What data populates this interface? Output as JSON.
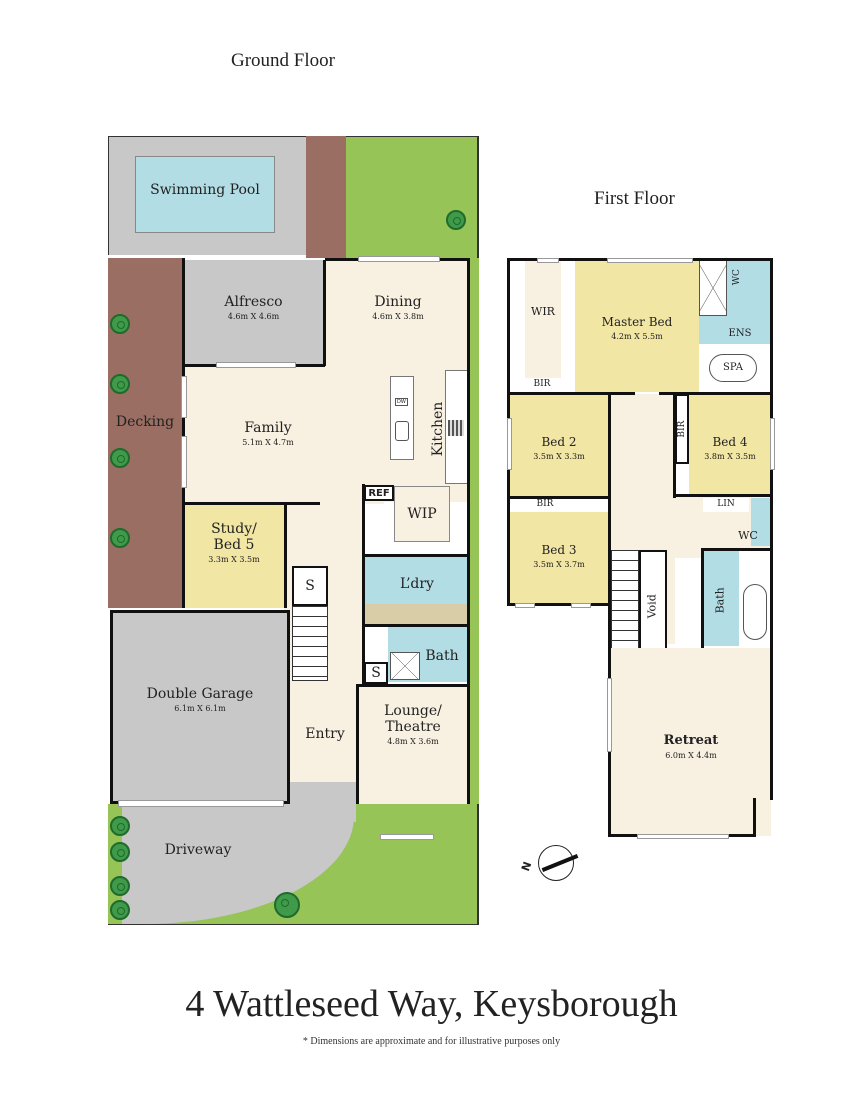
{
  "ground_floor": {
    "title": "Ground Floor",
    "rooms": [
      {
        "name": "Swimming Pool",
        "dims": ""
      },
      {
        "name": "Alfresco",
        "dims": "4.6m X 4.6m"
      },
      {
        "name": "Dining",
        "dims": "4.6m X 3.8m"
      },
      {
        "name": "Decking",
        "dims": ""
      },
      {
        "name": "Family",
        "dims": "5.1m X 4.7m"
      },
      {
        "name": "Kitchen",
        "dims": ""
      },
      {
        "name": "REF",
        "dims": ""
      },
      {
        "name": "WIP",
        "dims": ""
      },
      {
        "name": "Study/ Bed 5",
        "dims": "3.3m X 3.5m"
      },
      {
        "name": "S",
        "dims": ""
      },
      {
        "name": "L’dry",
        "dims": ""
      },
      {
        "name": "Bath",
        "dims": ""
      },
      {
        "name": "S",
        "dims": ""
      },
      {
        "name": "Double Garage",
        "dims": "6.1m X 6.1m"
      },
      {
        "name": "Entry",
        "dims": ""
      },
      {
        "name": "Lounge/ Theatre",
        "dims": "4.8m X 3.6m"
      },
      {
        "name": "Driveway",
        "dims": ""
      }
    ],
    "appliance_labels": {
      "dishwasher": "DW"
    }
  },
  "first_floor": {
    "title": "First Floor",
    "rooms": [
      {
        "name": "WIR",
        "dims": ""
      },
      {
        "name": "Master Bed",
        "dims": "4.2m X 5.5m"
      },
      {
        "name": "WC",
        "dims": ""
      },
      {
        "name": "ENS",
        "dims": ""
      },
      {
        "name": "SPA",
        "dims": ""
      },
      {
        "name": "BIR",
        "dims": ""
      },
      {
        "name": "Bed 2",
        "dims": "3.5m X 3.3m"
      },
      {
        "name": "BIR",
        "dims": ""
      },
      {
        "name": "Bed 4",
        "dims": "3.8m X 3.5m"
      },
      {
        "name": "BIR",
        "dims": ""
      },
      {
        "name": "LIN",
        "dims": ""
      },
      {
        "name": "WC",
        "dims": ""
      },
      {
        "name": "Bed 3",
        "dims": "3.5m X 3.7m"
      },
      {
        "name": "Void",
        "dims": ""
      },
      {
        "name": "Bath",
        "dims": ""
      },
      {
        "name": "Retreat",
        "dims": "6.0m X 4.4m"
      }
    ],
    "compass_label": "N"
  },
  "footer": {
    "address": "4 Wattleseed Way, Keysborough",
    "disclaimer": "* Dimensions are approximate and for illustrative purposes only"
  },
  "colors": {
    "living": "#f8f0e1",
    "bedroom": "#f1e6a3",
    "wet_area": "#b3dde5",
    "outdoor_grey": "#c8c8c8",
    "decking": "#9a6e63",
    "lawn": "#97c456",
    "pool": "#b3dde5",
    "wall": "#111111"
  }
}
